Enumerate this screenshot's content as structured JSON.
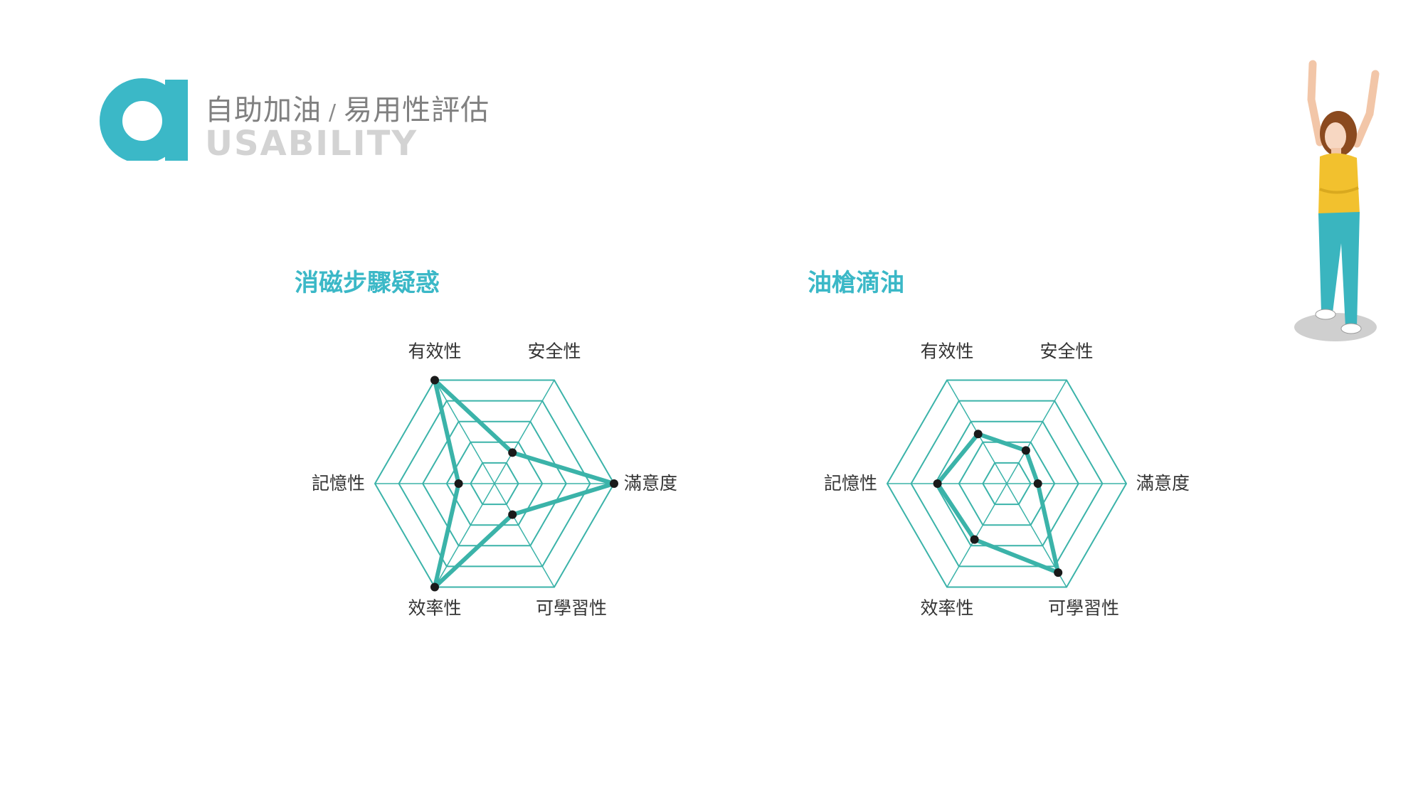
{
  "header": {
    "logo_letter": "a",
    "title_part1": "自助加油",
    "separator": "/",
    "title_part2": "易用性評估",
    "subtitle": "USABILITY"
  },
  "colors": {
    "accent": "#3bb8c7",
    "grid": "#3bb3a9",
    "series": "#3bb3a9",
    "point": "#1a1a1a",
    "title_gray": "#808080",
    "subtitle_gray": "#d3d3d3"
  },
  "chart_data": [
    {
      "type": "radar",
      "title": "消磁步驟疑惑",
      "axes": [
        "有效性",
        "安全性",
        "滿意度",
        "可學習性",
        "效率性",
        "記憶性"
      ],
      "values": [
        5,
        1.5,
        5,
        1.5,
        5,
        1.5
      ],
      "range": [
        0,
        5
      ],
      "rings": 5,
      "grid": true,
      "legend": "none"
    },
    {
      "type": "radar",
      "title": "油槍滴油",
      "axes": [
        "有效性",
        "安全性",
        "滿意度",
        "可學習性",
        "效率性",
        "記憶性"
      ],
      "values": [
        2.4,
        1.6,
        1.3,
        4.3,
        2.7,
        2.9
      ],
      "range": [
        0,
        5
      ],
      "rings": 5,
      "grid": true,
      "legend": "none"
    }
  ]
}
